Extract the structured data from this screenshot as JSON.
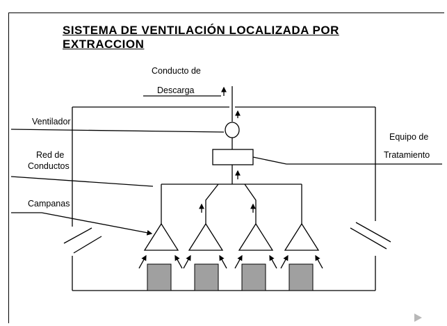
{
  "title": {
    "line1": "SISTEMA  DE  VENTILACIÓN  LOCALIZADA  POR",
    "line2": "EXTRACCION"
  },
  "labels": {
    "conducto_de": "Conducto de",
    "descarga": "Descarga",
    "ventilador": "Ventilador",
    "equipo_de": "Equipo de",
    "tratamiento": "Tratamiento",
    "red_de": "Red de",
    "conductos": "Conductos",
    "campanas": "Campanas"
  },
  "colors": {
    "line": "#000000",
    "source_fill": "#a0a0a0",
    "nav_fill": "#b8b8b8"
  },
  "icons": {
    "fan": "circle",
    "treatment": "rectangle",
    "hood": "triangle",
    "nav": "play-triangle"
  }
}
